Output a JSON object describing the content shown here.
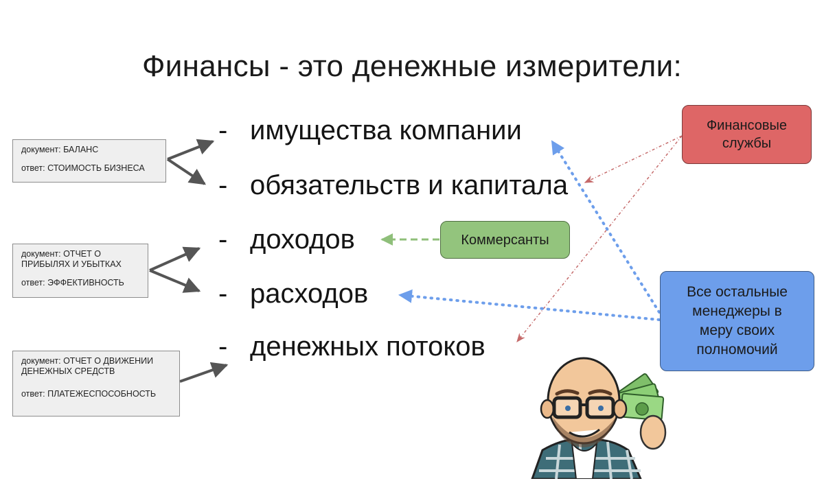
{
  "title": "Финансы - это денежные измерители:",
  "items": [
    {
      "dash": "-",
      "text": "имущества компании"
    },
    {
      "dash": "-",
      "text": "обязательств и капитала"
    },
    {
      "dash": "-",
      "text": "доходов"
    },
    {
      "dash": "-",
      "text": "расходов"
    },
    {
      "dash": "-",
      "text": "денежных потоков"
    }
  ],
  "documents": [
    {
      "doc": "документ: БАЛАНС",
      "answer": "ответ: СТОИМОСТЬ БИЗНЕСА"
    },
    {
      "doc": "документ: ОТЧЕТ О ПРИБЫЛЯХ И УБЫТКАХ",
      "answer": "ответ: ЭФФЕКТИВНОСТЬ"
    },
    {
      "doc": "документ: ОТЧЕТ О ДВИЖЕНИИ ДЕНЕЖНЫХ СРЕДСТВ",
      "answer": "ответ: ПЛАТЕЖЕСПОСОБНОСТЬ"
    }
  ],
  "roles": {
    "finance": "Финансовые службы",
    "commerce": "Коммерсанты",
    "managers": "Все остальные менеджеры в меру своих полномочий"
  },
  "colors": {
    "finance": "#de6666",
    "commerce": "#93c47d",
    "managers": "#6d9eeb",
    "finance_arrow": "#c56a6a",
    "commerce_arrow": "#8fbf7a",
    "managers_arrow": "#6d9eeb",
    "doc_arrow": "#555555",
    "doc_box": "#efefef"
  },
  "icons": {
    "avatar": "bald-man-with-money-icon"
  }
}
